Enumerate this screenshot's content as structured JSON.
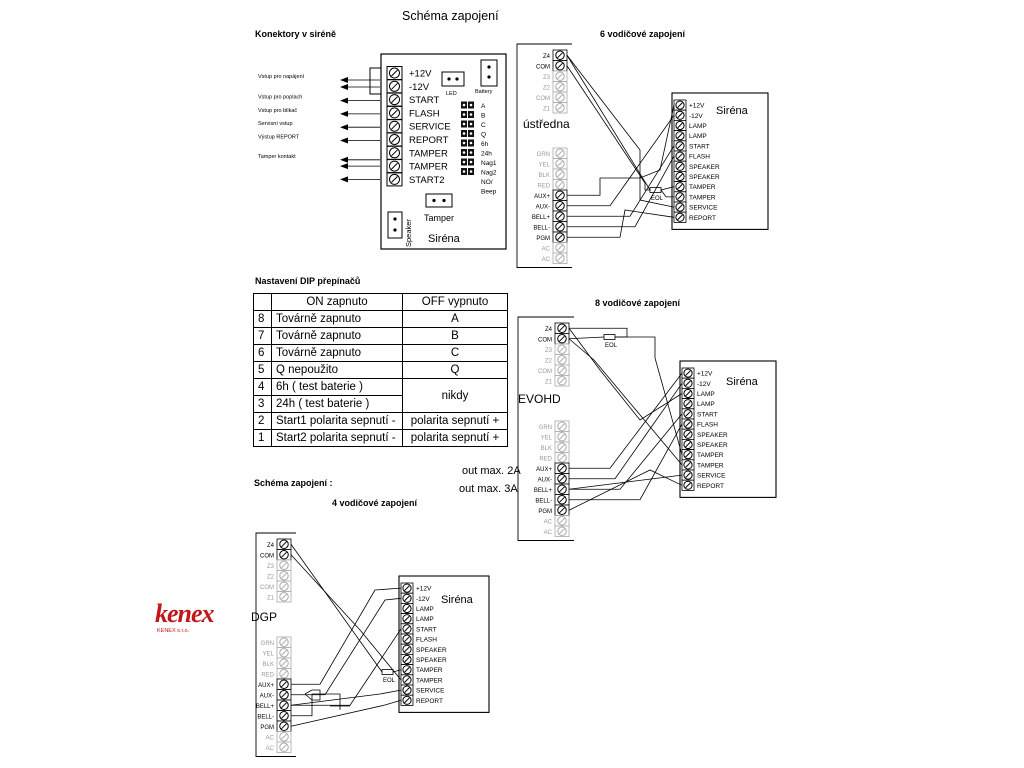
{
  "title": "Schéma zapojení",
  "connectors": {
    "heading": "Konektory v siréně",
    "terminals": [
      "+12V",
      "-12V",
      "START",
      "FLASH",
      "SERVICE",
      "REPORT",
      "TAMPER",
      "TAMPER",
      "START2"
    ],
    "inputs": [
      "Vstup pro napájení",
      "Vstup pro poplach",
      "Vstup pro blikač",
      "Servisní vstup",
      "Výstup REPORT",
      "Tamper kontakt"
    ],
    "dip_codes": [
      "A",
      "B",
      "C",
      "Q",
      "6h",
      "24h",
      "Nag1",
      "Nag2",
      "NO/",
      "Beep"
    ],
    "led": "LED",
    "battery": "Battery",
    "speaker": "Speaker",
    "tamper": "Tamper",
    "sirena": "Siréna"
  },
  "six_wire": {
    "heading": "6 vodičové zapojení",
    "panel_top": [
      "Z4",
      "COM",
      "Z3",
      "Z2",
      "COM",
      "Z1"
    ],
    "panel_bottom": [
      "GRN",
      "YEL",
      "BLK",
      "RED",
      "AUX+",
      "AUX-",
      "BELL+",
      "BELL-",
      "PGM",
      "AC",
      "AC"
    ],
    "panel_label": "ústředna",
    "siren_terminals": [
      "+12V",
      "-12V",
      "LAMP",
      "LAMP",
      "START",
      "FLASH",
      "SPEAKER",
      "SPEAKER",
      "TAMPER",
      "TAMPER",
      "SERVICE",
      "REPORT"
    ],
    "siren_label": "Siréna",
    "eol": "EOL"
  },
  "eight_wire": {
    "heading": "8 vodičové zapojení",
    "panel_top": [
      "Z4",
      "COM",
      "Z3",
      "Z2",
      "COM",
      "Z1"
    ],
    "panel_bottom": [
      "GRN",
      "YEL",
      "BLK",
      "RED",
      "AUX+",
      "AUX-",
      "BELL+",
      "BELL-",
      "PGM",
      "AC",
      "AC"
    ],
    "panel_label": "EVOHD",
    "siren_terminals": [
      "+12V",
      "-12V",
      "LAMP",
      "LAMP",
      "START",
      "FLASH",
      "SPEAKER",
      "SPEAKER",
      "TAMPER",
      "TAMPER",
      "SERVICE",
      "REPORT"
    ],
    "siren_label": "Siréna",
    "eol": "EOL",
    "out_aux": "out max. 2A",
    "out_bell": "out max. 3A"
  },
  "dip": {
    "heading": "Nastavení DIP přepínačů",
    "col_on": "ON zapnuto",
    "col_off": "OFF vypnuto",
    "rows": [
      {
        "n": "8",
        "on": "Továrně zapnuto",
        "off": "A"
      },
      {
        "n": "7",
        "on": "Továrně zapnuto",
        "off": "B"
      },
      {
        "n": "6",
        "on": "Továrně zapnuto",
        "off": "C"
      },
      {
        "n": "5",
        "on": "Q nepoužito",
        "off": "Q"
      },
      {
        "n": "4",
        "on": "6h ( test baterie )",
        "off": "nikdy"
      },
      {
        "n": "3",
        "on": "24h ( test baterie )",
        "off": ""
      },
      {
        "n": "2",
        "on": "Start1 polarita sepnutí -",
        "off": "polarita sepnutí +"
      },
      {
        "n": "1",
        "on": "Start2 polarita sepnutí -",
        "off": "polarita sepnutí +"
      }
    ]
  },
  "four_wire": {
    "heading1": "Schéma zapojení :",
    "heading2": "4 vodičové zapojení",
    "panel_top": [
      "Z4",
      "COM",
      "Z3",
      "Z2",
      "COM",
      "Z1"
    ],
    "panel_bottom": [
      "GRN",
      "YEL",
      "BLK",
      "RED",
      "AUX+",
      "AUX-",
      "BELL+",
      "BELL-",
      "PGM",
      "AC",
      "AC"
    ],
    "siren_terminals": [
      "+12V",
      "-12V",
      "LAMP",
      "LAMP",
      "START",
      "FLASH",
      "SPEAKER",
      "SPEAKER",
      "TAMPER",
      "TAMPER",
      "SERVICE",
      "REPORT"
    ],
    "siren_label": "Siréna",
    "eol": "EOL"
  },
  "logo": {
    "brand": "kenex",
    "sub": "KENEX s.r.o.",
    "suffix": "DGP",
    "color": "#c0161b"
  }
}
